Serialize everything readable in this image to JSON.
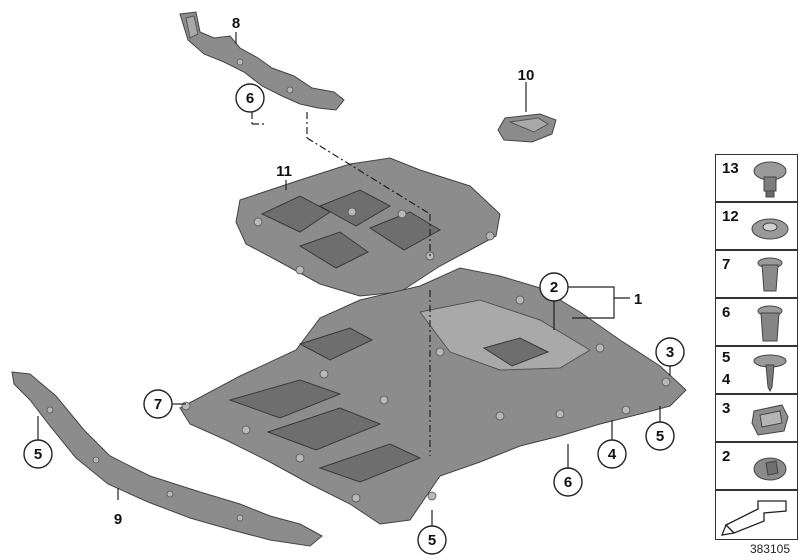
{
  "callouts": {
    "c1": "1",
    "c2": "2",
    "c3": "3",
    "c4": "4",
    "c5a": "5",
    "c5b": "5",
    "c5c": "5",
    "c6a": "6",
    "c6b": "6",
    "c7": "7",
    "c8": "8",
    "c9": "9",
    "c10": "10",
    "c11": "11"
  },
  "legend": [
    {
      "label": "13"
    },
    {
      "label": "12"
    },
    {
      "label": "7"
    },
    {
      "label": "6"
    },
    {
      "label": "5",
      "label2": "4"
    },
    {
      "label": "3"
    },
    {
      "label": "2"
    }
  ],
  "diagram_id": "383105",
  "colors": {
    "part_gray": "#8c8c8c",
    "outline": "#222222"
  }
}
